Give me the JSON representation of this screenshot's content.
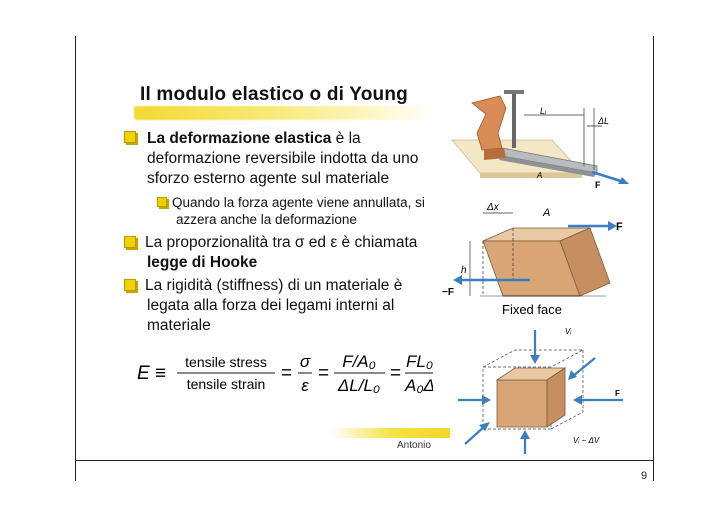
{
  "slide": {
    "title": "Il modulo elastico o di Young",
    "bullet1": {
      "bold": "La deformazione elastica",
      "rest_line1": " è la",
      "line2": "deformazione reversibile indotta da uno",
      "line3": "sforzo esterno agente sul materiale"
    },
    "sub1": {
      "line1": "Quando la forza agente viene annullata, si",
      "line2": "azzera anche la deformazione"
    },
    "bullet2": {
      "line1": "La proporzionalità tra σ ed ε  è chiamata",
      "line2_bold": "legge di Hooke"
    },
    "bullet3": {
      "line1": "La rigidità (stiffness) di un materiale è",
      "line2": "legata alla forza dei legami interni al",
      "line3": "materiale"
    },
    "formula": {
      "lhs": "E ≡",
      "num1": "tensile stress",
      "den1": "tensile strain",
      "eq1": "=",
      "num2": "σ",
      "den2": "ε",
      "eq2": "=",
      "num3": "F/A₀",
      "den3": "ΔL/L₀",
      "eq3": "=",
      "num4": "FL₀",
      "den4": "A₀Δ."
    },
    "footer": "Antonio",
    "page_number": "9"
  },
  "figures": {
    "clamp": {
      "label_L": "Lᵢ",
      "label_dL": "ΔL",
      "label_A": "A",
      "label_F": "F"
    },
    "shear": {
      "label_dx": "Δx",
      "label_A": "A",
      "label_F": "F",
      "label_h": "h",
      "label_mF": "−F",
      "caption": "Fixed face"
    },
    "cube": {
      "label_Vi": "Vᵢ",
      "label_F": "F",
      "label_dV": "Vᵢ − ΔV"
    }
  },
  "colors": {
    "accent_yellow": "#f0d000",
    "arrow_blue": "#3b7ec4",
    "block_tan": "#d9a574",
    "clamp_orange": "#d98c55"
  }
}
